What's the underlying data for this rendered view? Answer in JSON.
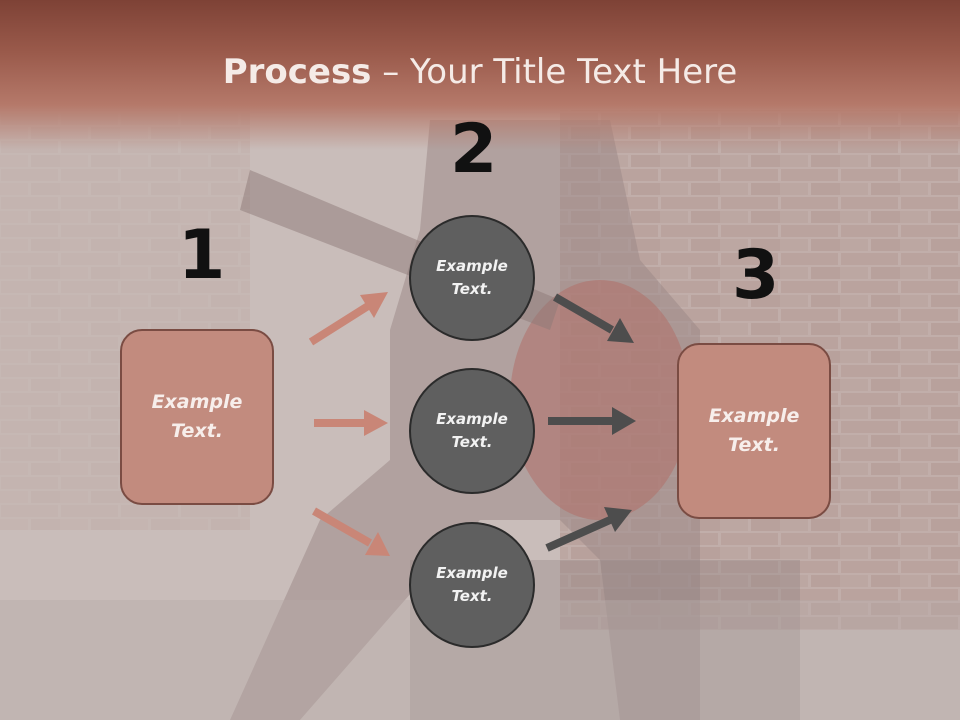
{
  "title": {
    "strong": "Process",
    "rest": " – Your Title Text Here"
  },
  "steps": {
    "one": "1",
    "two": "2",
    "three": "3"
  },
  "boxes": {
    "left": "Example\nText.",
    "right": "Example\nText."
  },
  "circles": {
    "top": "Example\nText.",
    "middle": "Example\nText.",
    "bottom": "Example\nText."
  },
  "colors": {
    "title_band": "#9a5a4b",
    "box_fill": "#c28b7e",
    "circle_fill": "#5f5f5f",
    "arrow_in": "#c98677",
    "arrow_out": "#4d4d4d"
  }
}
